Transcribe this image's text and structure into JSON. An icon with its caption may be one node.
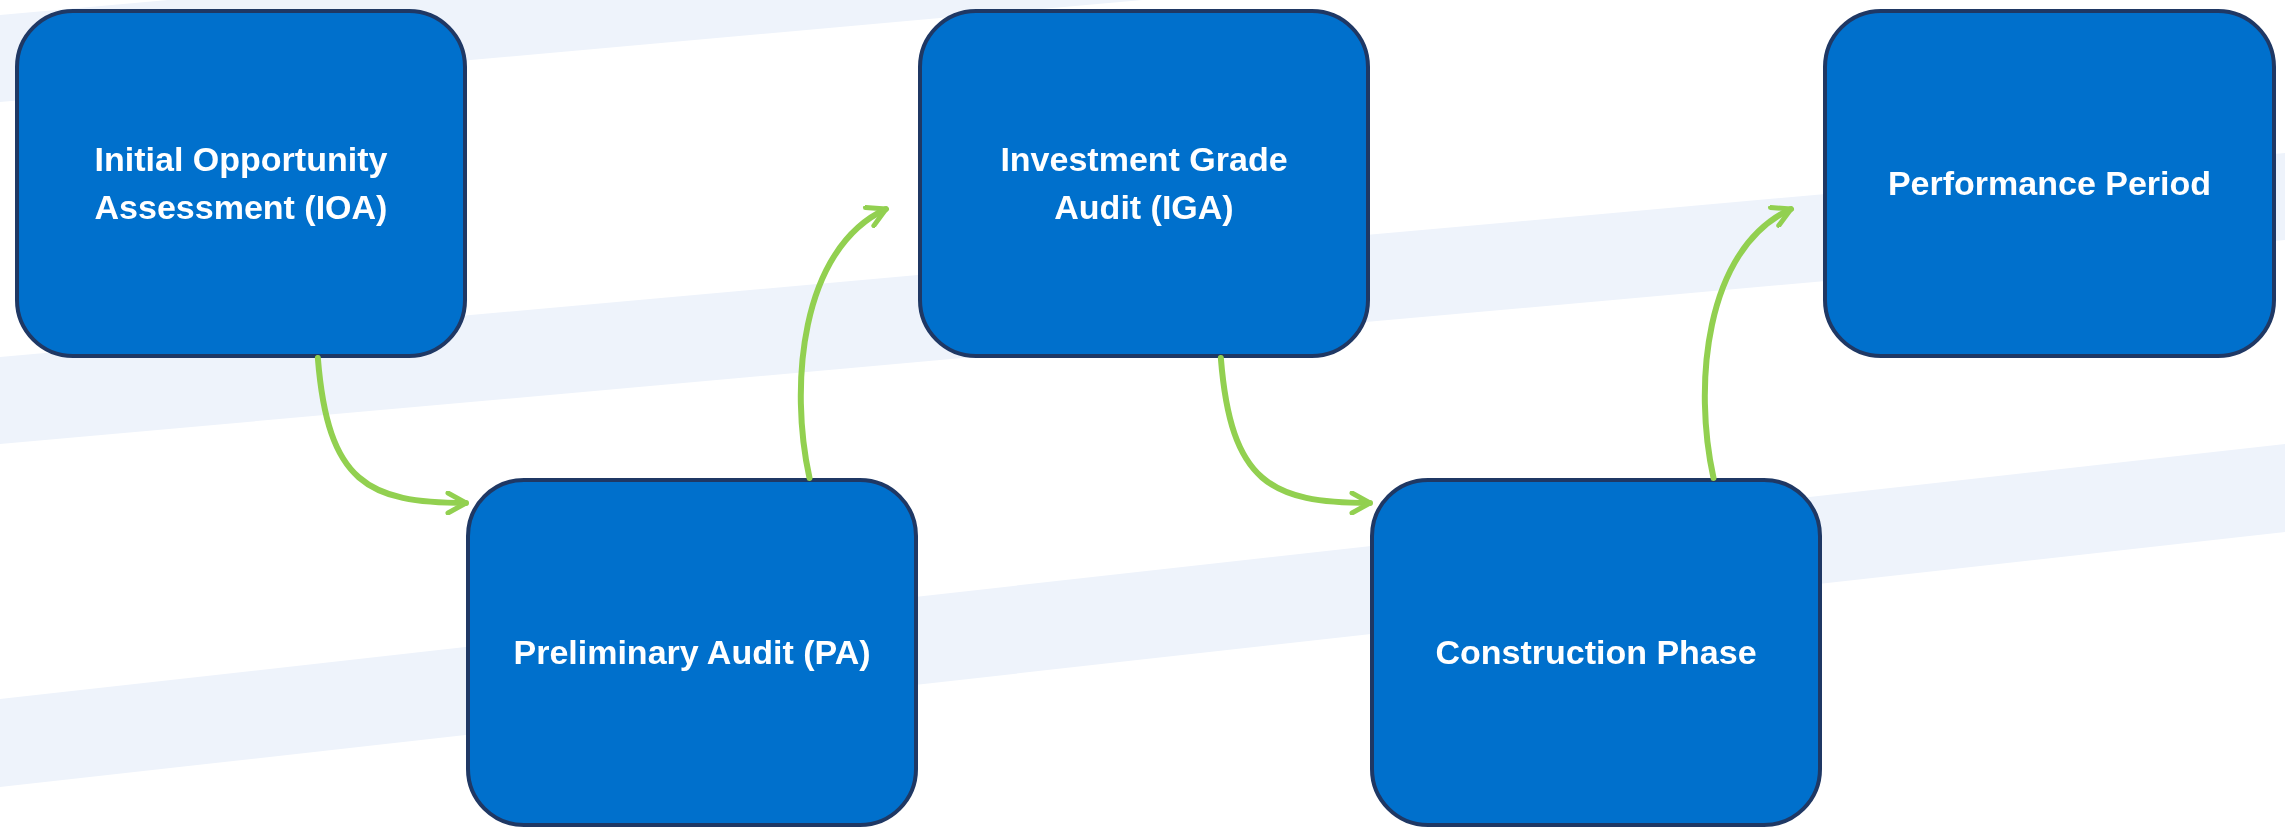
{
  "diagram": {
    "nodes": [
      {
        "text": [
          "Initial Opportunity Assessment (IOA)"
        ]
      },
      {
        "text": [
          "Preliminary Audit (PA)"
        ]
      },
      {
        "text": [
          "Investment Grade Audit (IGA)"
        ]
      },
      {
        "text": [
          "Construction Phase"
        ]
      },
      {
        "text": [
          "Performance Period"
        ]
      }
    ],
    "edges": [
      {
        "from": 0,
        "to": 1,
        "arrow": "to"
      },
      {
        "from": 1,
        "to": 2,
        "arrow": "to"
      },
      {
        "from": 2,
        "to": 3,
        "arrow": "to"
      },
      {
        "from": 3,
        "to": 4,
        "arrow": "to"
      }
    ]
  }
}
